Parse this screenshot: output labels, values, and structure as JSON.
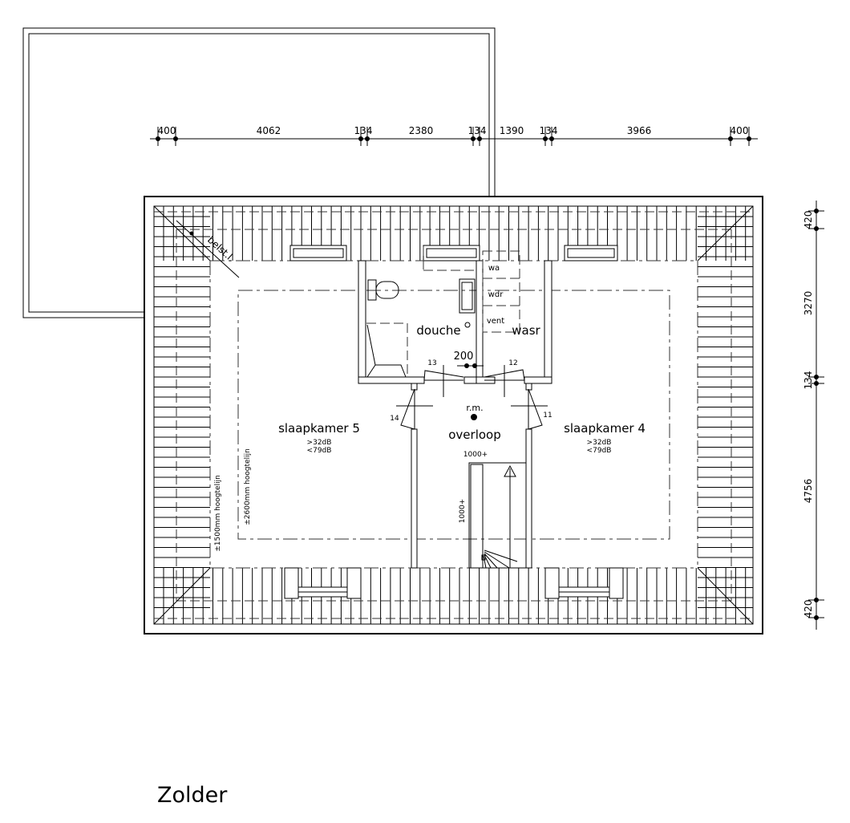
{
  "title": "Zolder",
  "dimensions_top": [
    "400",
    "4062",
    "134",
    "2380",
    "134",
    "1390",
    "134",
    "3966",
    "400"
  ],
  "dimensions_right": [
    "420",
    "3270",
    "134",
    "4756",
    "420"
  ],
  "rooms": {
    "slaapkamer5": {
      "name": "slaapkamer 5",
      "db_min": ">32dB",
      "db_max": "<79dB"
    },
    "slaapkamer4": {
      "name": "slaapkamer 4",
      "db_min": ">32dB",
      "db_max": "<79dB"
    },
    "overloop": "overloop",
    "douche": "douche",
    "wasr": "wasr"
  },
  "labels": {
    "rm": "r.m.",
    "wa": "wa",
    "wdr": "wdr",
    "vent": "vent",
    "belstl": "belst.l.",
    "height1500": "±1500mm hoogtelijn",
    "height2600": "±2600mm hoogtelijn",
    "stair_width": "1000+",
    "stair_length": "1000+",
    "dim200": "200"
  },
  "doors": [
    "13",
    "12",
    "14",
    "11"
  ]
}
